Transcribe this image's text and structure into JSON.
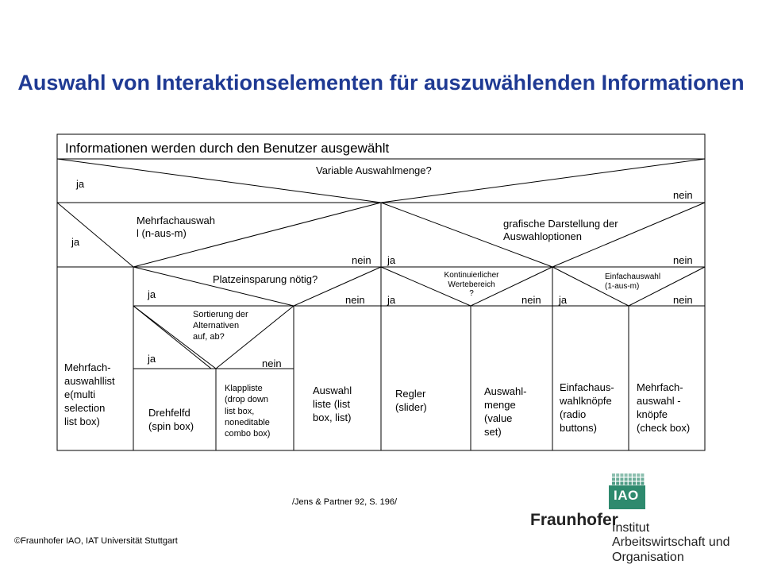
{
  "title": "Auswahl von Interaktionselementen für auszuwählenden Informationen",
  "header": "Informationen werden durch den Benutzer ausgewählt",
  "questions": {
    "q1": "Variable Auswahlmenge?",
    "q2": "Mehrfachauswah\nl     (n-aus-m)",
    "q3": "grafische Darstellung der\nAuswahloptionen",
    "q4": "Platzeinsparung nötig?",
    "q5": "Kontinuierlicher\nWertebereich\n?",
    "q6": "Einfachauswahl\n(1-aus-m)",
    "q7": "Sortierung der\nAlternativen\nauf, ab?"
  },
  "answers": {
    "yes": "ja",
    "no": "nein"
  },
  "leaves": {
    "multi_list": "Mehrfach-\nauswahllist\ne(multi\nselection\nlist box)",
    "spin": "Drehfelfd\n(spin box)",
    "dropdown": "Klappliste\n(drop down\nlist box,\nnoneditable\ncombo box)",
    "listbox": "Auswahl\nliste (list\nbox, list)",
    "slider": "Regler\n(slider)",
    "valueset": "Auswahl-\nmenge\n(value\nset)",
    "radio": "Einfachaus-\nwahlknöpfe\n(radio\nbuttons)",
    "check": "Mehrfach-\nauswahl -\nknöpfe\n(check box)"
  },
  "citation": "/Jens & Partner 92, S. 196/",
  "footer": "©Fraunhofer IAO, IAT Universität Stuttgart",
  "logo": {
    "iao": "IAO",
    "name": "Fraunhofer",
    "institute": "Institut\nArbeitswirtschaft und\nOrganisation"
  },
  "colors": {
    "title": "#1f3a93",
    "logo_green": "#2e8a6e"
  }
}
